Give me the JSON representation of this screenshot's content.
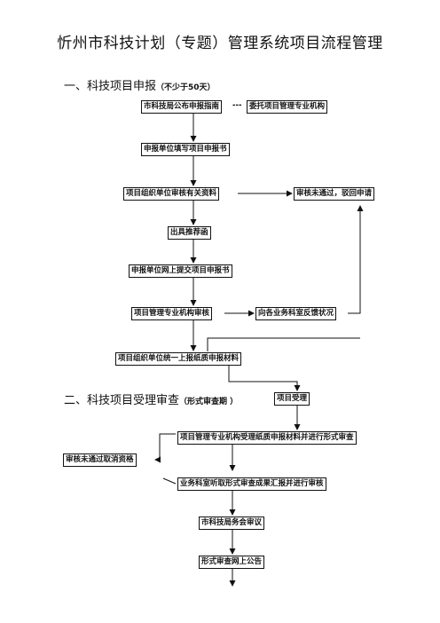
{
  "title": "忻州市科技计划（专题）管理系统项目流程管理",
  "section1": {
    "heading": "一、科技项目申报",
    "note": "（不少于50天）"
  },
  "section2": {
    "heading": "二、科技项目受理审查",
    "note": "（形式审查期 ）"
  },
  "boxes": {
    "publish_guide": "市科技局公布申报指南",
    "dash": "---",
    "entrust": "委托项目管理专业机构",
    "fill_form": "申报单位填写项目申报书",
    "org_review": "项目组织单位审核有关资料",
    "rejected_return": "审核未通过，驳回申请",
    "recommend_letter": "出具推荐函",
    "online_submit": "申报单位网上提交项目申报书",
    "agency_review": "项目管理专业机构审核",
    "feedback": "向各业务科室反馈状况",
    "paper_submit": "项目组织单位统一上报纸质申报材料",
    "accept": "项目受理",
    "formal_review": "项目管理专业机构受理纸质申报材料并进行形式审查",
    "cancel": "审核未通过取消资格",
    "dept_report": "业务科室听取形式审查成果汇报并进行审核",
    "bureau_meeting": "市科技局务会审议",
    "publicize": "形式审查网上公告"
  }
}
